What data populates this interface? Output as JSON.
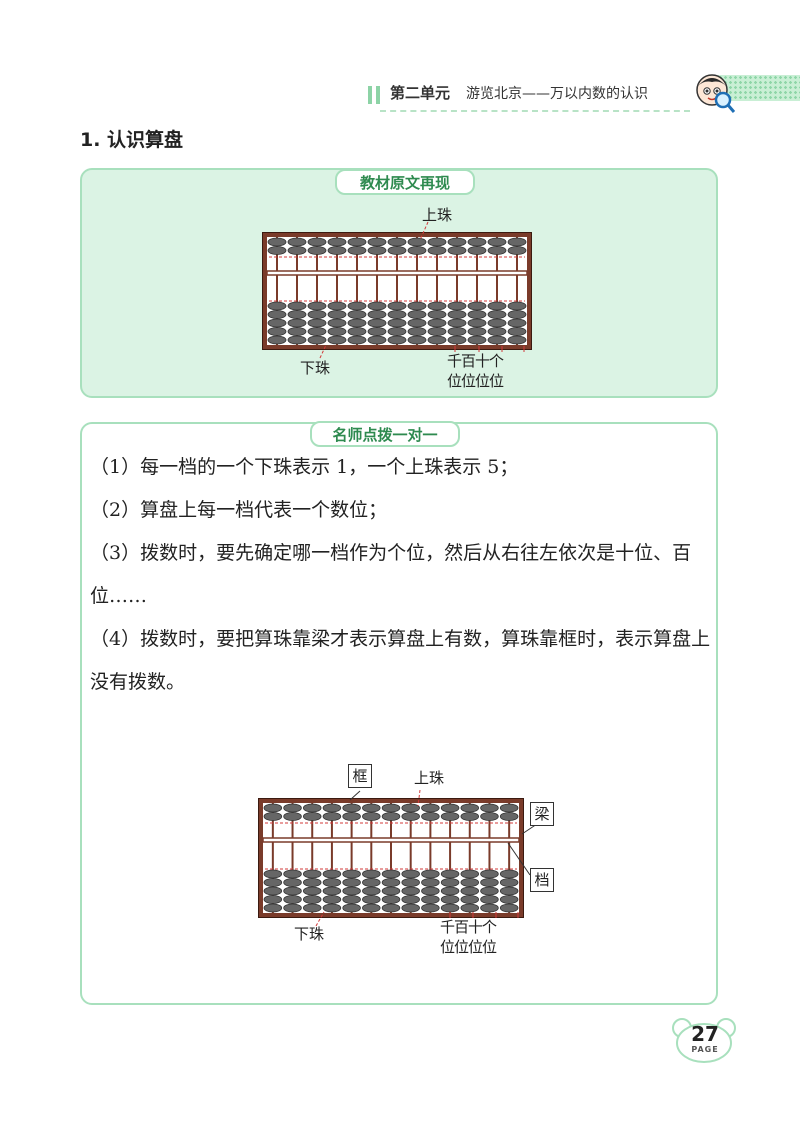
{
  "header": {
    "unit": "第二单元",
    "subtitle": "游览北京——万以内数的认识"
  },
  "section": {
    "title": "1. 认识算盘"
  },
  "textbook": {
    "tag": "教材原文再现",
    "labels": {
      "upper_bead": "上珠",
      "lower_bead": "下珠",
      "place_top": "千百十个",
      "place_bottom": "位位位位"
    }
  },
  "teacher": {
    "tag": "名师点拨一对一",
    "points": [
      "（1）每一档的一个下珠表示 1，一个上珠表示 5；",
      "（2）算盘上每一档代表一个数位；",
      "（3）拨数时，要先确定哪一档作为个位，然后从右往左依次是十位、百位……",
      "（4）拨数时，要把算珠靠梁才表示算盘上有数，算珠靠框时，表示算盘上没有拨数。"
    ],
    "labels": {
      "frame": "框",
      "upper_bead": "上珠",
      "beam": "梁",
      "rod": "档",
      "lower_bead": "下珠",
      "place_top": "千百十个",
      "place_bottom": "位位位位"
    }
  },
  "page": {
    "number": "27",
    "word": "PAGE"
  },
  "colors": {
    "green_border": "#a8e0bd",
    "green_fill": "#dbf3e4",
    "tag_text": "#2e8a4f",
    "abacus_frame": "#7a3b2a",
    "bead": "#666666"
  }
}
